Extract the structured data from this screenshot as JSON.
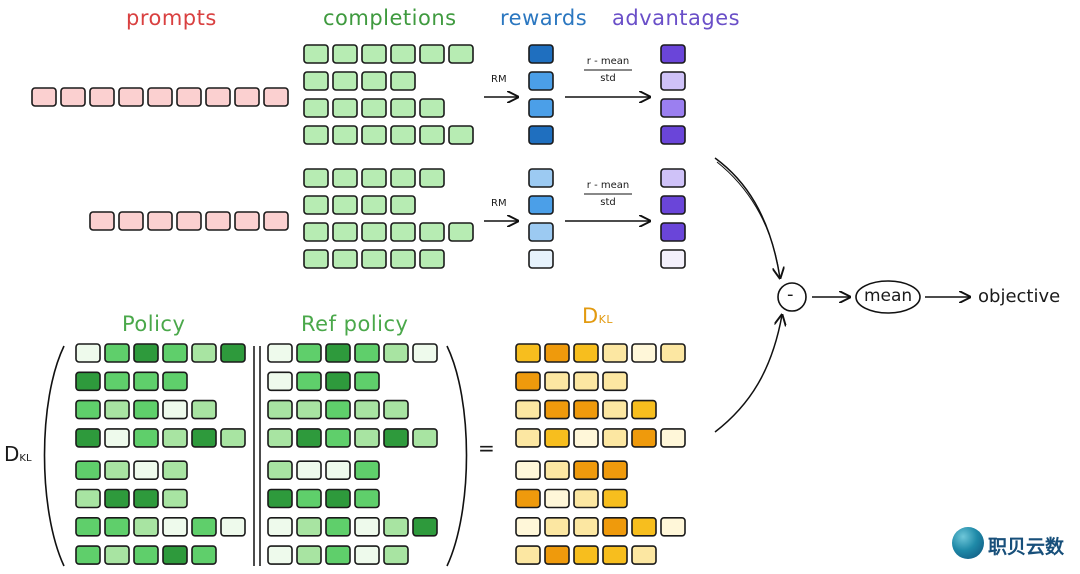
{
  "headers": {
    "prompts": "prompts",
    "completions": "completions",
    "rewards": "rewards",
    "advantages": "advantages",
    "policy": "Policy",
    "ref_policy": "Ref policy",
    "dkl_main": "D",
    "dkl_sub": "KL"
  },
  "labels": {
    "rm": "RM",
    "r_mean": "r - mean",
    "std": "std",
    "minus": "-",
    "mean": "mean",
    "objective": "objective",
    "equals": "="
  },
  "logo": {
    "text": "职贝云数"
  },
  "colors": {
    "prompts": "#d94040",
    "completions": "#3f9a3f",
    "rewards": "#2b77c0",
    "advantages": "#6a4fc8",
    "policy": "#4aa84a",
    "dkl": "#e29a10",
    "prompt_cell": "#fbd0d0",
    "completion_cell": "#b7ecb3",
    "reward_palette": [
      "#1f6fbf",
      "#4b9fe8",
      "#9ccaf2",
      "#e6f2fc"
    ],
    "advantage_palette": [
      "#6a45d9",
      "#9b7ff0",
      "#cfc2f8",
      "#f3f0fb"
    ],
    "green_palette": [
      "#eefaec",
      "#a8e4a2",
      "#5fcf6b",
      "#2e9a3c"
    ],
    "orange_palette": [
      "#fff7d9",
      "#fce7a2",
      "#f7be1e",
      "#ef9a0c"
    ]
  },
  "groups": [
    {
      "prompt_len": 9,
      "completion_lengths": [
        6,
        4,
        5,
        6
      ],
      "reward_levels": [
        0,
        1,
        1,
        0
      ],
      "advantage_levels": [
        0,
        2,
        1,
        0
      ]
    },
    {
      "prompt_len": 7,
      "completion_lengths": [
        5,
        4,
        6,
        5
      ],
      "reward_levels": [
        2,
        1,
        2,
        3
      ],
      "advantage_levels": [
        2,
        0,
        0,
        3
      ]
    }
  ],
  "kl": {
    "policy": [
      [
        0,
        2,
        3,
        2,
        1,
        3
      ],
      [
        3,
        2,
        2,
        2
      ],
      [
        2,
        1,
        2,
        0,
        1
      ],
      [
        3,
        0,
        2,
        1,
        3,
        1
      ],
      [
        2,
        1,
        0,
        1
      ],
      [
        1,
        3,
        3,
        1
      ],
      [
        2,
        2,
        1,
        0,
        2,
        0
      ],
      [
        2,
        1,
        2,
        3,
        2
      ]
    ],
    "ref_policy": [
      [
        0,
        2,
        3,
        2,
        1,
        0
      ],
      [
        0,
        2,
        3,
        2
      ],
      [
        1,
        1,
        2,
        1,
        1
      ],
      [
        1,
        3,
        2,
        1,
        3,
        1
      ],
      [
        1,
        0,
        0,
        2
      ],
      [
        3,
        2,
        3,
        2
      ],
      [
        0,
        1,
        2,
        0,
        1,
        3
      ],
      [
        0,
        1,
        2,
        0,
        1
      ]
    ],
    "dkl": [
      [
        2,
        3,
        2,
        1,
        0,
        1
      ],
      [
        3,
        1,
        1,
        1
      ],
      [
        1,
        3,
        3,
        1,
        2
      ],
      [
        1,
        2,
        0,
        1,
        3,
        0
      ],
      [
        0,
        1,
        3,
        3
      ],
      [
        3,
        0,
        1,
        2
      ],
      [
        0,
        1,
        1,
        3,
        2,
        0
      ],
      [
        1,
        3,
        2,
        2,
        1
      ]
    ]
  }
}
